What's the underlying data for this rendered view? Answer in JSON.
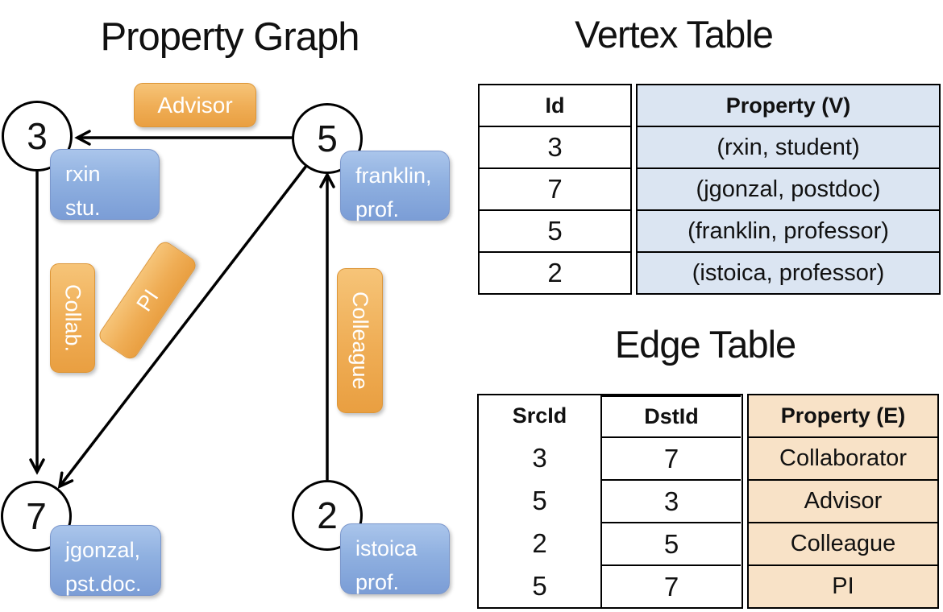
{
  "titles": {
    "graph": "Property Graph",
    "vertex_table": "Vertex Table",
    "edge_table": "Edge Table"
  },
  "colors": {
    "vertex_box_blue": "#8fb0e0",
    "edge_box_orange": "#efad55",
    "vertex_table_fill": "#dbe5f2",
    "edge_table_fill": "#f8e2c7",
    "line_color": "#000000",
    "text_on_box": "#ffffff"
  },
  "graph": {
    "nodes": [
      {
        "id": "3",
        "label_line1": "rxin",
        "label_line2": "stu."
      },
      {
        "id": "5",
        "label_line1": "franklin,",
        "label_line2": "prof."
      },
      {
        "id": "7",
        "label_line1": "jgonzal,",
        "label_line2": "pst.doc."
      },
      {
        "id": "2",
        "label_line1": "istoica",
        "label_line2": "prof."
      }
    ],
    "edge_labels": {
      "advisor": "Advisor",
      "collab": "Collab.",
      "pi": "PI",
      "colleague": "Colleague"
    }
  },
  "vertex_table": {
    "headers": {
      "id": "Id",
      "property": "Property (V)"
    },
    "rows": [
      {
        "id": "3",
        "property": "(rxin, student)"
      },
      {
        "id": "7",
        "property": "(jgonzal, postdoc)"
      },
      {
        "id": "5",
        "property": "(franklin, professor)"
      },
      {
        "id": "2",
        "property": "(istoica, professor)"
      }
    ]
  },
  "edge_table": {
    "headers": {
      "src": "SrcId",
      "dst": "DstId",
      "property": "Property (E)"
    },
    "rows": [
      {
        "src": "3",
        "dst": "7",
        "property": "Collaborator"
      },
      {
        "src": "5",
        "dst": "3",
        "property": "Advisor"
      },
      {
        "src": "2",
        "dst": "5",
        "property": "Colleague"
      },
      {
        "src": "5",
        "dst": "7",
        "property": "PI"
      }
    ]
  }
}
